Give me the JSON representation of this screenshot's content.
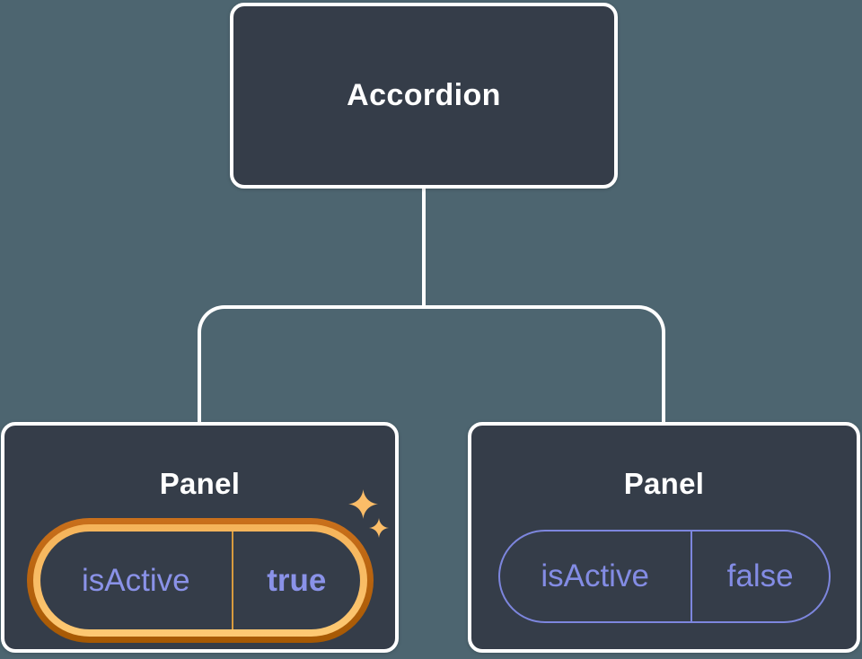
{
  "tree": {
    "root": {
      "label": "Accordion"
    },
    "children": [
      {
        "label": "Panel",
        "prop": "isActive",
        "value": "true",
        "highlighted": true
      },
      {
        "label": "Panel",
        "prop": "isActive",
        "value": "false",
        "highlighted": false
      }
    ]
  },
  "icons": {
    "sparkle_large": "sparkle-icon",
    "sparkle_small": "sparkle-icon"
  },
  "colors": {
    "background": "#4d6570",
    "node_fill": "#353d49",
    "node_border": "#ffffff",
    "connector": "#ffffff",
    "title_text": "#ffffff",
    "state_text": "#838ce4",
    "state_pill_border": "#7d86de",
    "highlight_ring_outer": "#a65903",
    "highlight_ring_inner": "#f9bd66",
    "highlight_divider": "#d89b3e",
    "sparkle": "#fbbd68"
  }
}
